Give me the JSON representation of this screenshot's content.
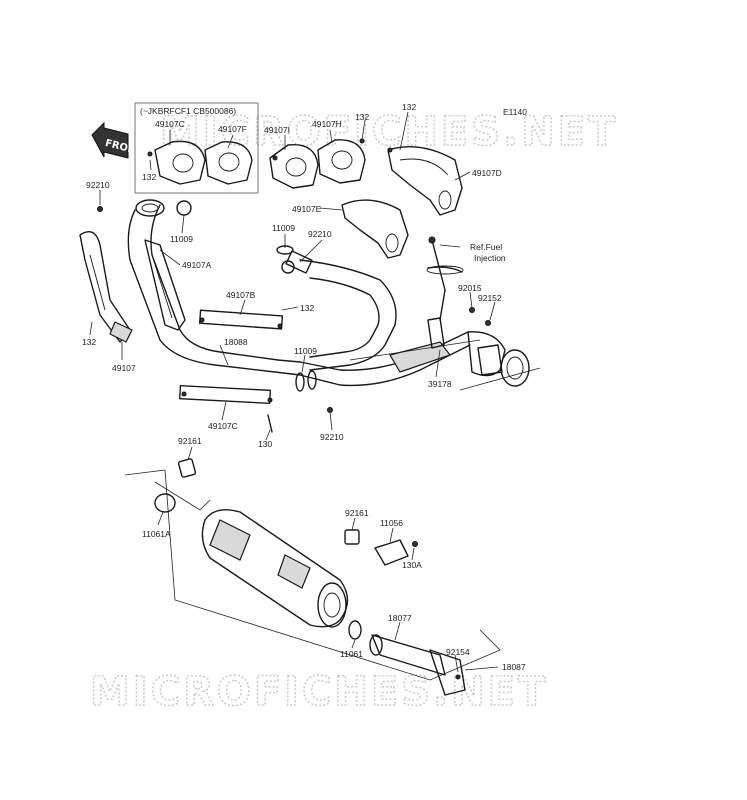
{
  "watermark": "MICROFICHES.NET",
  "diagram_code": "E1140",
  "front_tag": "FRONT",
  "inset_caption": "(~JKBRFCF1 CB500086)",
  "ref_note_line1": "Ref.Fuel",
  "ref_note_line2": "Injection",
  "parts": {
    "p49107C_inset": "49107C",
    "p49107F": "49107F",
    "p132_inset": "132",
    "p49107I": "49107I",
    "p49107H": "49107H",
    "p132_a": "132",
    "p132_b": "132",
    "p49107D": "49107D",
    "p49107E": "49107E",
    "p92210_a": "92210",
    "p11009_a": "11009",
    "p49107A": "49107A",
    "p11009_b": "11009",
    "p92210_b": "92210",
    "p92015": "92015",
    "p92152": "92152",
    "p49107B": "49107B",
    "p132_c": "132",
    "p132_d": "132",
    "p49107": "49107",
    "p18088": "18088",
    "p11009_c": "11009",
    "p39178": "39178",
    "p49107C": "49107C",
    "p130": "130",
    "p92210_c": "92210",
    "p92161_a": "92161",
    "p11061A": "11061A",
    "p92161_b": "92161",
    "p11056": "11056",
    "p130A": "130A",
    "p18077": "18077",
    "p11061": "11061",
    "p92154": "92154",
    "p18087": "18087"
  }
}
